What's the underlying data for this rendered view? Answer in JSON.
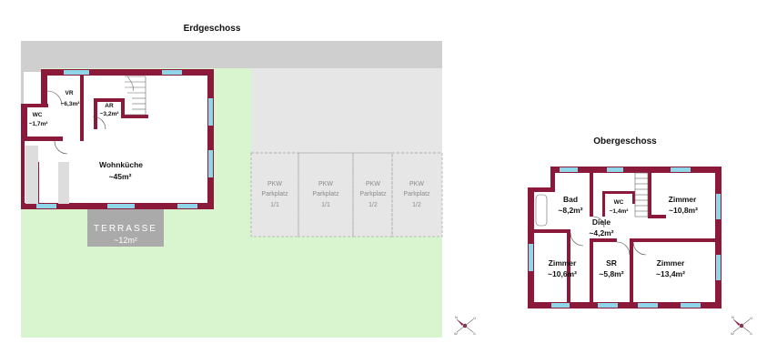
{
  "floors": {
    "ground": {
      "title": "Erdgeschoss",
      "rooms": {
        "vr": {
          "name": "VR",
          "area": "~6,3m²"
        },
        "ar": {
          "name": "AR",
          "area": "~3,2m²"
        },
        "wc": {
          "name": "WC",
          "area": "~1,7m²"
        },
        "wohnkueche": {
          "name": "Wohnküche",
          "area": "~45m²"
        },
        "terrasse": {
          "name": "TERRASSE",
          "area": "~12m²"
        }
      },
      "parking": [
        {
          "line1": "PKW",
          "line2": "Parkplatz",
          "line3": "1/1"
        },
        {
          "line1": "PKW",
          "line2": "Parkplatz",
          "line3": "1/1"
        },
        {
          "line1": "PKW",
          "line2": "Parkplatz",
          "line3": "1/2"
        },
        {
          "line1": "PKW",
          "line2": "Parkplatz",
          "line3": "1/2"
        }
      ]
    },
    "upper": {
      "title": "Obergeschoss",
      "rooms": {
        "bad": {
          "name": "Bad",
          "area": "~8,2m²"
        },
        "wc": {
          "name": "WC",
          "area": "~1,4m²"
        },
        "zimmer_ne": {
          "name": "Zimmer",
          "area": "~10,8m²"
        },
        "diele": {
          "name": "Diele",
          "area": "~4,2m²"
        },
        "zimmer_sw": {
          "name": "Zimmer",
          "area": "~10,6m²"
        },
        "sr": {
          "name": "SR",
          "area": "~5,8m²"
        },
        "zimmer_se": {
          "name": "Zimmer",
          "area": "~13,4m²"
        }
      }
    }
  },
  "compass": {
    "n": "N",
    "o": "O",
    "s": "S",
    "w": "W"
  },
  "colors": {
    "wall": "#8b1a3a",
    "window": "#8fd6e8",
    "garden": "#d8f5cf",
    "paving": "#cfcfcf",
    "parking": "#e8e8e8",
    "terrace": "#aaaaaa"
  }
}
